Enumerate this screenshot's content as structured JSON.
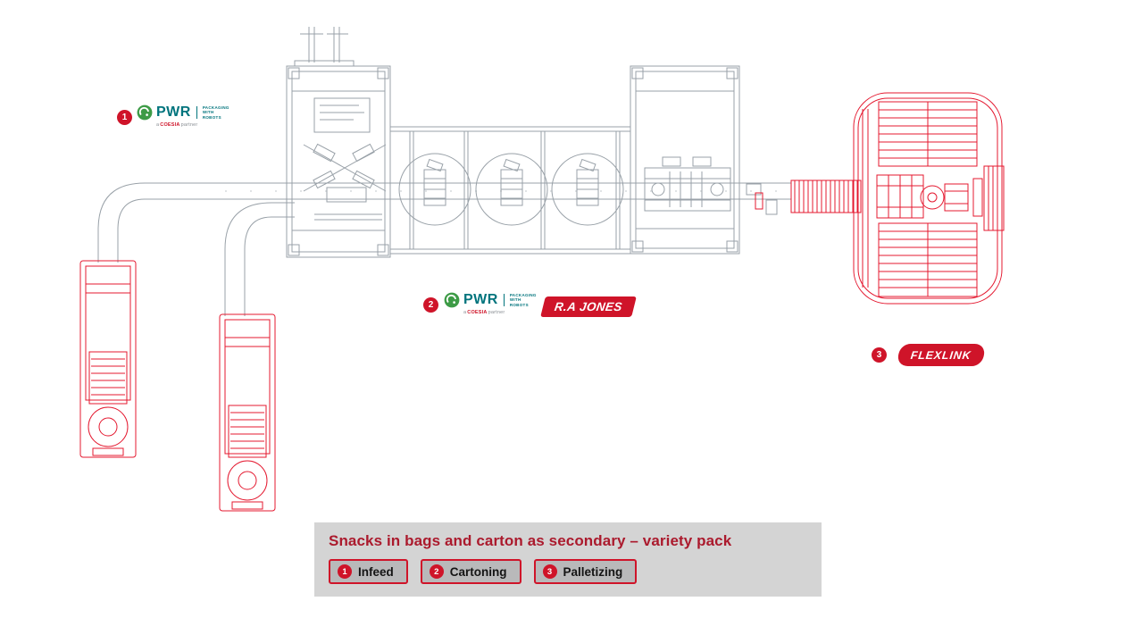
{
  "page": {
    "background": "#ffffff"
  },
  "colors": {
    "brand_red": "#cf1429",
    "drawing_red": "#e4182f",
    "drawing_gray": "#99a1a8",
    "legend_bg": "#d4d4d4",
    "button_bg": "#b9b9ba",
    "title_red": "#ab1a2d",
    "pwr_teal": "#00747d",
    "pwr_green": "#3d9b46"
  },
  "markers": {
    "m1": "1",
    "m2": "2",
    "m3": "3"
  },
  "logos": {
    "pwr": {
      "name": "PWR",
      "tagline_lines": [
        "PACKAGING",
        "WITH",
        "ROBOTS"
      ],
      "partner_prefix": "a",
      "partner_brand": "COESIA",
      "partner_suffix": "partner"
    },
    "rajones": {
      "label": "R.A JONES"
    },
    "flexlink": {
      "label": "FLEXLINK"
    }
  },
  "legend": {
    "title": "Snacks in bags and carton as secondary – variety pack",
    "items": [
      {
        "number": "1",
        "label": "Infeed"
      },
      {
        "number": "2",
        "label": "Cartoning"
      },
      {
        "number": "3",
        "label": "Palletizing"
      }
    ]
  }
}
